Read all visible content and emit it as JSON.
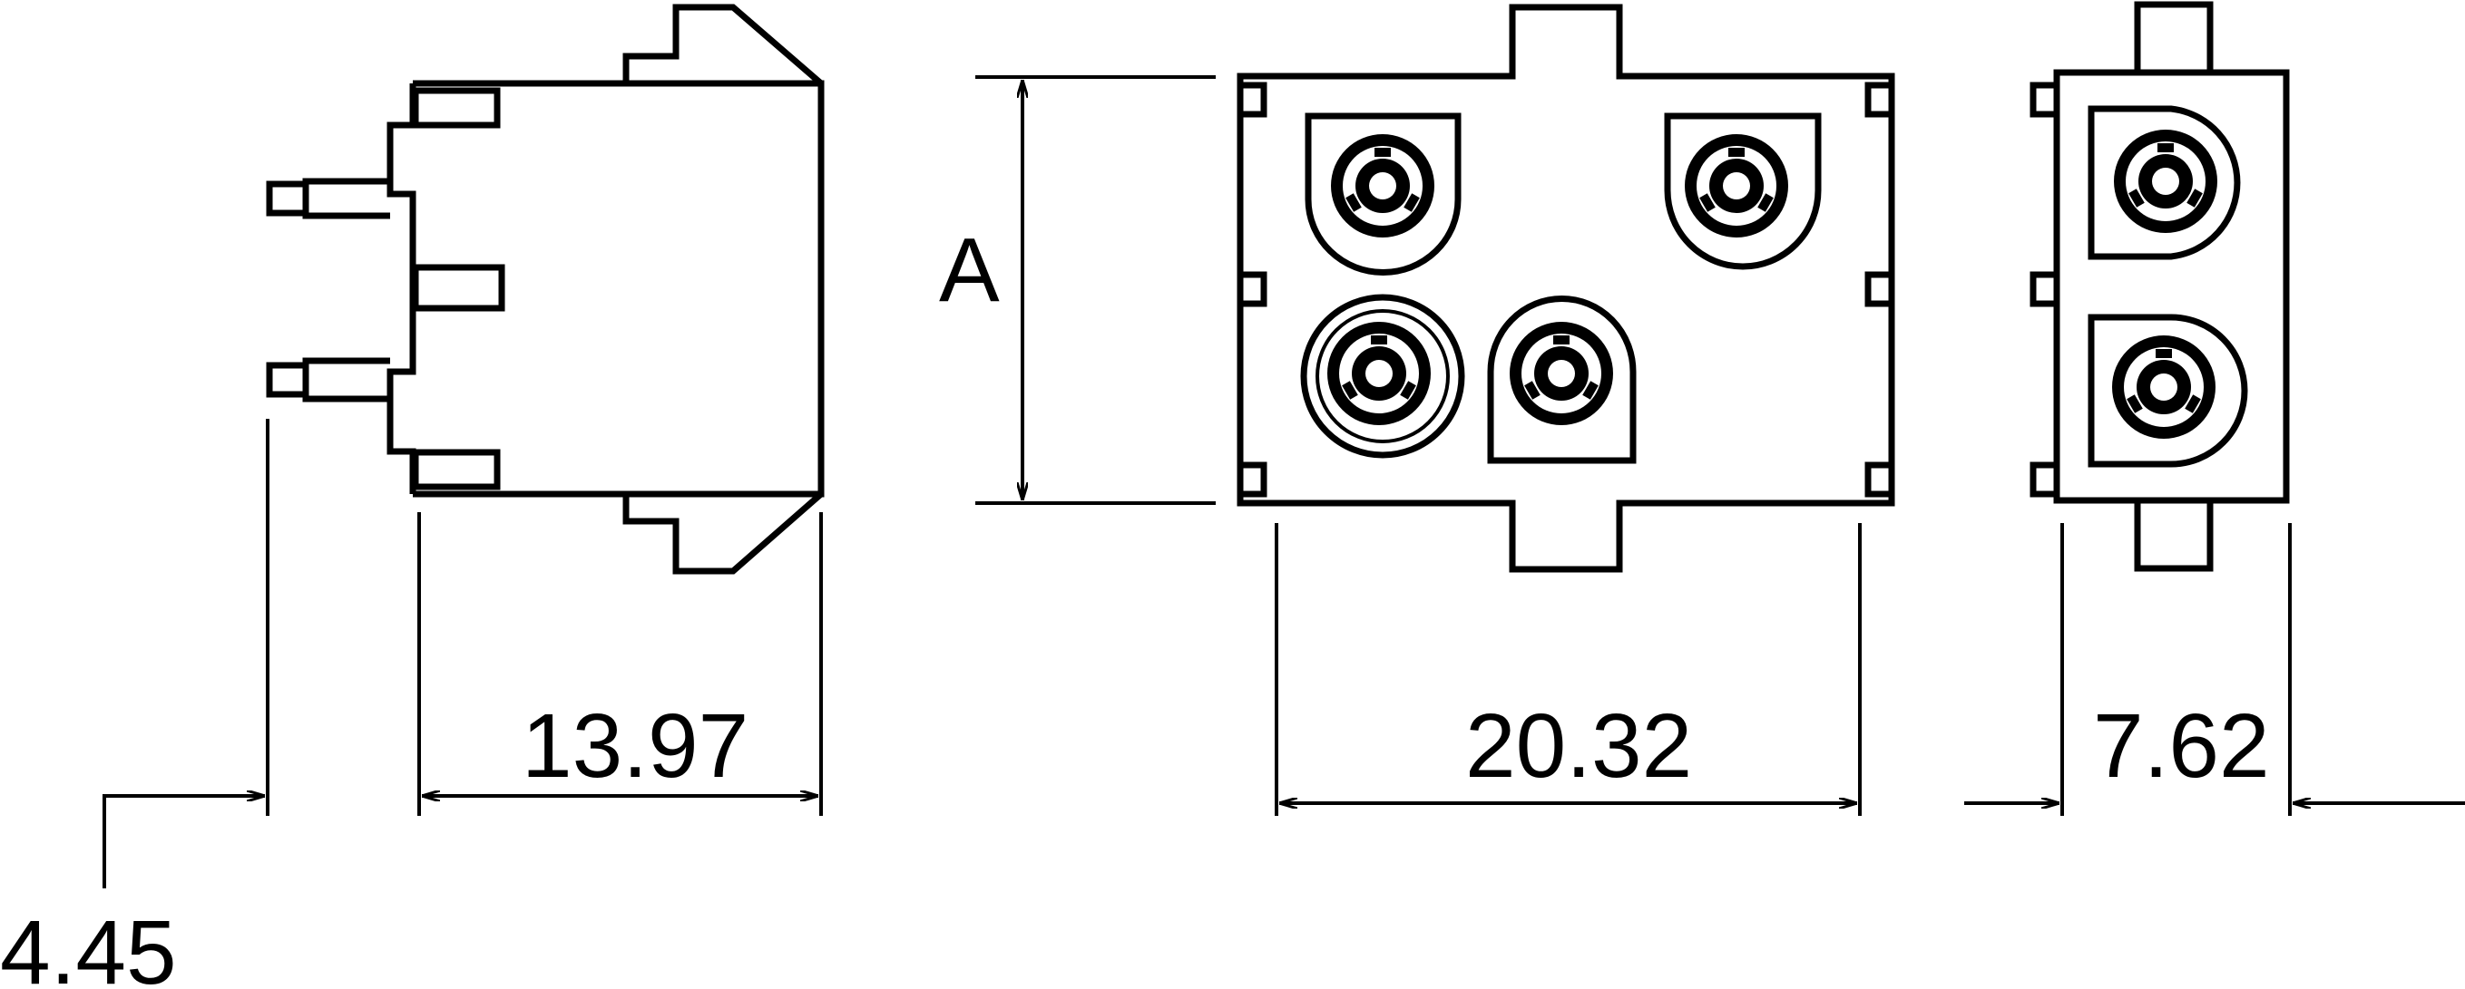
{
  "dimensions": {
    "pin_offset": "4.45",
    "depth": "13.97",
    "width": "20.32",
    "width_2pos": "7.62",
    "height_label": "A"
  }
}
